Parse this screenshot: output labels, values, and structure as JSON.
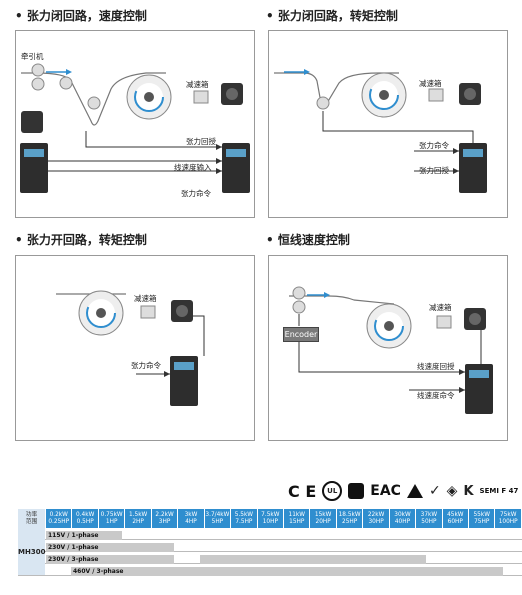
{
  "sections": [
    {
      "title": "• 张力闭回路，速度控制"
    },
    {
      "title": "• 张力闭回路，转矩控制"
    },
    {
      "title": "• 张力开回路，转矩控制"
    },
    {
      "title": "• 恒线速度控制"
    }
  ],
  "diagram1": {
    "traction": "牵引机",
    "gearbox": "减速箱",
    "feedback": "张力回授",
    "line_speed_in": "线速度输入",
    "tension_cmd": "张力命令"
  },
  "diagram2": {
    "gearbox": "减速箱",
    "tension_cmd": "张力命令",
    "tension_fb": "张力回授"
  },
  "diagram3": {
    "gearbox": "减速箱",
    "tension_cmd": "张力命令"
  },
  "diagram4": {
    "encoder": "Encoder",
    "gearbox": "减速箱",
    "line_speed_fb": "线速度回授",
    "line_speed_cmd": "线速度命令"
  },
  "certifications": {
    "ce": "C E",
    "ul_mark": "UL",
    "eac": "EAC",
    "semi": "SEMI F 47"
  },
  "spec_table": {
    "header_label": "功率\n范围",
    "powers": [
      [
        "0.2kW",
        "0.25HP"
      ],
      [
        "0.4kW",
        "0.5HP"
      ],
      [
        "0.75kW",
        "1HP"
      ],
      [
        "1.5kW",
        "2HP"
      ],
      [
        "2.2kW",
        "3HP"
      ],
      [
        "3kW",
        "4HP"
      ],
      [
        "3.7/4kW",
        "5HP"
      ],
      [
        "5.5kW",
        "7.5HP"
      ],
      [
        "7.5kW",
        "10HP"
      ],
      [
        "11kW",
        "15HP"
      ],
      [
        "15kW",
        "20HP"
      ],
      [
        "18.5kW",
        "25HP"
      ],
      [
        "22kW",
        "30HP"
      ],
      [
        "30kW",
        "40HP"
      ],
      [
        "37kW",
        "50HP"
      ],
      [
        "45kW",
        "60HP"
      ],
      [
        "55kW",
        "75HP"
      ],
      [
        "75kW",
        "100HP"
      ]
    ],
    "model": "MH300",
    "rows": [
      {
        "label": "115V / 1-phase"
      },
      {
        "label": "230V / 1-phase"
      },
      {
        "label": "230V / 3-phase"
      },
      {
        "label": "460V / 3-phase"
      }
    ]
  }
}
